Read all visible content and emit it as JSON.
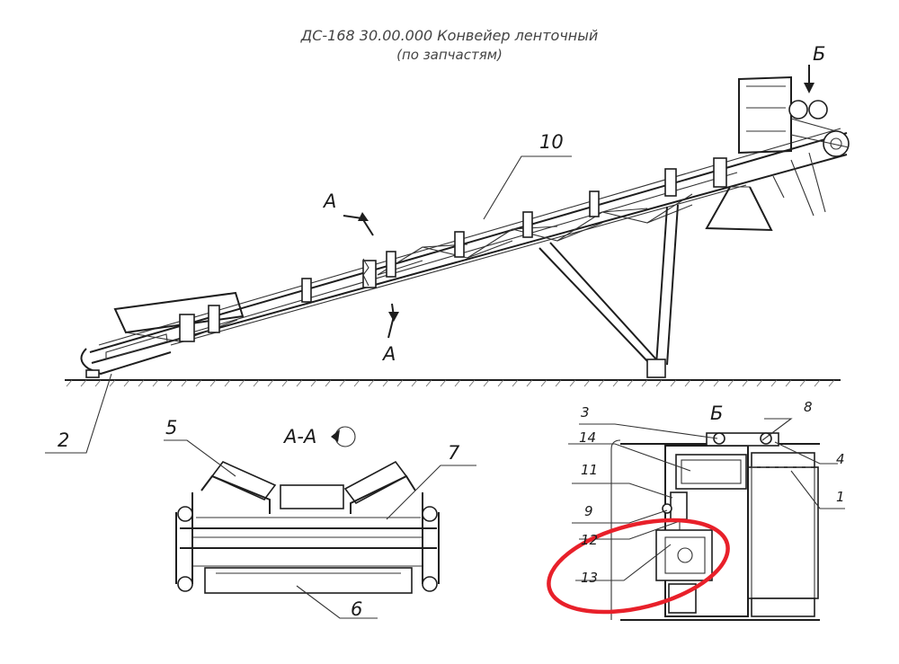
{
  "title": {
    "line1": "ДС-168 30.00.000 Конвейер ленточный",
    "line2": "(по запчастям)"
  },
  "section_labels": {
    "a_top": "А",
    "a_bottom": "А",
    "b_top": "Б",
    "section_aa": "А-А",
    "view_b": "Б"
  },
  "callouts": [
    "10",
    "2",
    "5",
    "7",
    "6",
    "3",
    "8",
    "14",
    "4",
    "11",
    "1",
    "9",
    "12",
    "13"
  ],
  "colors": {
    "line": "#1e1e1e",
    "highlight": "#e8202a"
  }
}
